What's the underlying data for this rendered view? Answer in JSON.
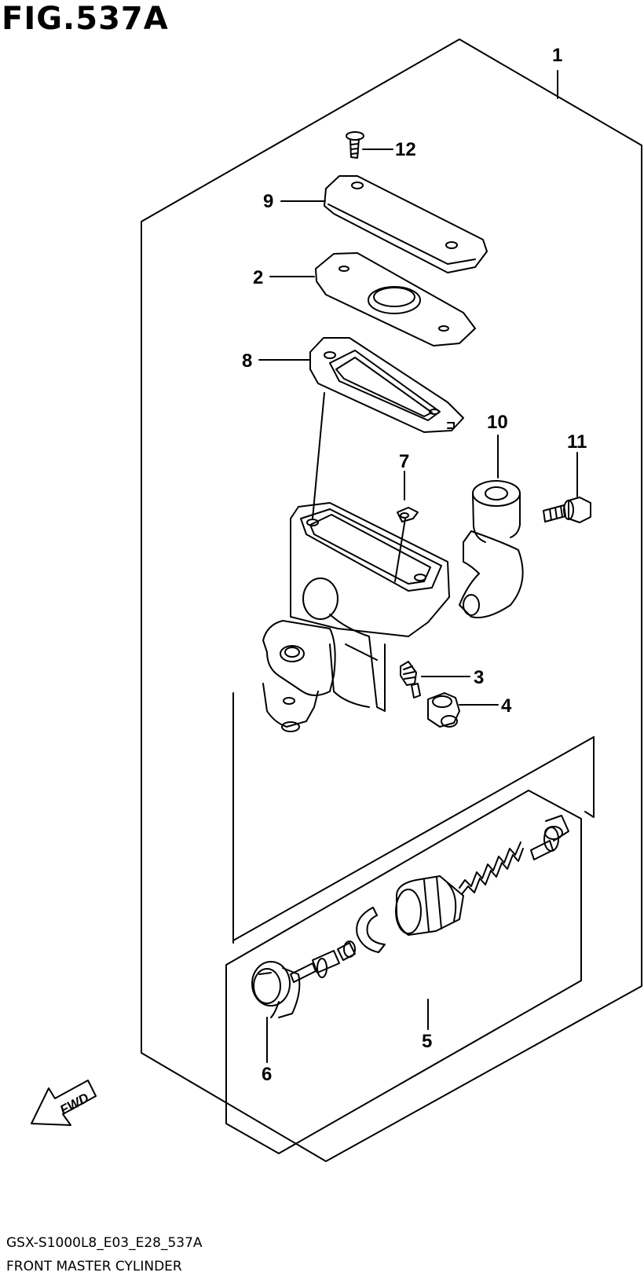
{
  "figure": {
    "title": "FIG.537A"
  },
  "callouts": {
    "c1": "1",
    "c2": "2",
    "c3": "3",
    "c4": "4",
    "c5": "5",
    "c6": "6",
    "c7": "7",
    "c8": "8",
    "c9": "9",
    "c10": "10",
    "c11": "11",
    "c12": "12"
  },
  "fwd_label": "FWD",
  "footer": {
    "code": "GSX-S1000L8_E03_E28_537A",
    "name": "FRONT MASTER CYLINDER"
  }
}
